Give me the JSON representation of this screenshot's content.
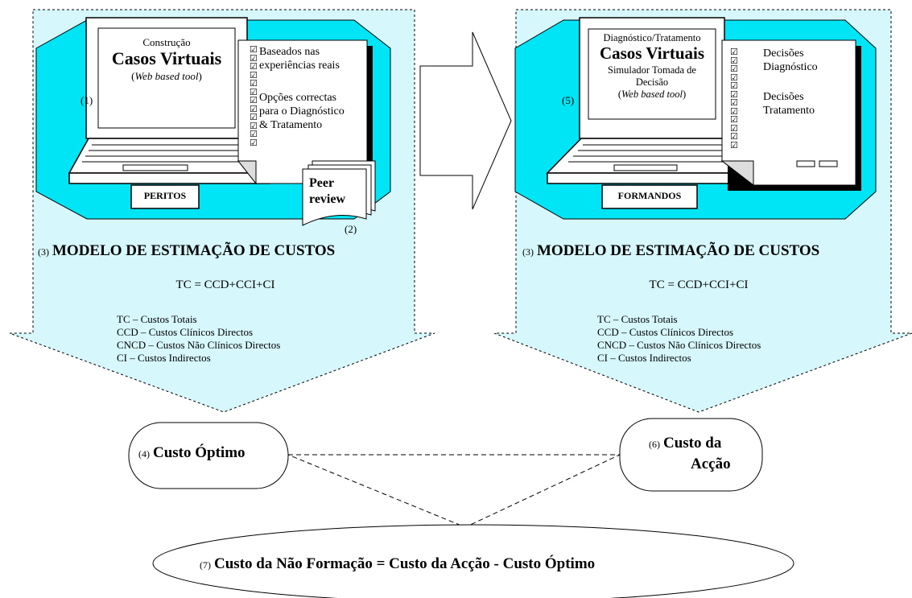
{
  "left_panel": {
    "screen_top": "Construção",
    "screen_title": "Casos Virtuais",
    "screen_sub": "Web based tool",
    "marker": "(1)",
    "doc_text_1": "Baseados nas",
    "doc_text_2": "experiências reais",
    "doc_text_3": "Opções correctas",
    "doc_text_4": "para o Diagnóstico",
    "doc_text_5": "& Tratamento",
    "peer_1": "Peer",
    "peer_2": "review",
    "peer_marker": "(2)",
    "role_label": "PERITOS",
    "model_marker": "(3)",
    "model_title": "MODELO DE ESTIMAÇÃO DE CUSTOS",
    "formula": "TC = CCD+CCI+CI",
    "legend": [
      "TC – Custos Totais",
      "CCD – Custos Clínicos Directos",
      "CNCD – Custos Não Clínicos Directos",
      "CI – Custos Indirectos"
    ]
  },
  "right_panel": {
    "screen_top": "Diagnóstico/Tratamento",
    "screen_title": "Casos Virtuais",
    "screen_sub1": "Simulador Tomada de",
    "screen_sub2": "Decisão",
    "screen_sub3": "Web based tool",
    "marker": "(5)",
    "doc_text_1": "Decisões",
    "doc_text_2": "Diagnóstico",
    "doc_text_3": "Decisões",
    "doc_text_4": "Tratamento",
    "role_label": "FORMANDOS",
    "model_marker": "(3)",
    "model_title": "MODELO DE ESTIMAÇÃO DE CUSTOS",
    "formula": "TC = CCD+CCI+CI",
    "legend": [
      "TC – Custos Totais",
      "CCD – Custos Clínicos Directos",
      "CNCD – Custos Não Clínicos Directos",
      "CI – Custos Indirectos"
    ]
  },
  "nodes": {
    "optimal_marker": "(4)",
    "optimal_label": "Custo Óptimo",
    "action_marker": "(6)",
    "action_label_1": "Custo da",
    "action_label_2": "Acção",
    "final_marker": "(7)",
    "final_label": "Custo da Não Formação = Custo da Acção - Custo Óptimo"
  },
  "colors": {
    "panel_fill": "#d6f7fb",
    "octagon_fill": "#00e5f5",
    "line": "#000000",
    "white": "#ffffff"
  },
  "checkbox_glyph": "☑"
}
